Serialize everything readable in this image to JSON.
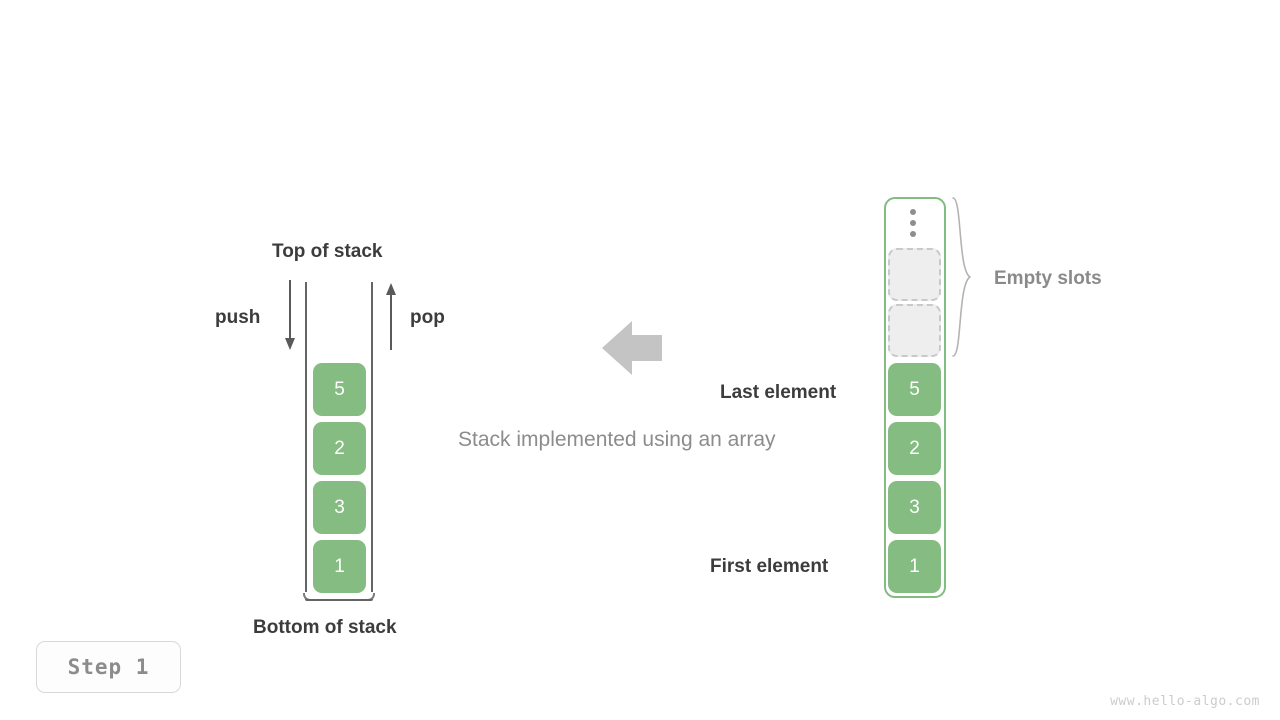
{
  "labels": {
    "top_of_stack": "Top of stack",
    "bottom_of_stack": "Bottom of stack",
    "push": "push",
    "pop": "pop",
    "caption": "Stack implemented using an array",
    "empty_slots": "Empty slots",
    "last_element": "Last element",
    "first_element": "First element"
  },
  "stack": {
    "values": [
      "5",
      "2",
      "3",
      "1"
    ]
  },
  "array": {
    "values": [
      "5",
      "2",
      "3",
      "1"
    ],
    "empty_slot_count": 2,
    "overflow_icon": "vertical-ellipsis-icon"
  },
  "icons": {
    "transform_arrow": "arrow-left-icon",
    "push_arrow": "arrow-down-icon",
    "pop_arrow": "arrow-up-icon",
    "brace": "curly-brace-icon"
  },
  "footer": {
    "step": "Step 1",
    "watermark": "www.hello-algo.com"
  },
  "colors": {
    "cell_fill": "#85bc81",
    "array_border": "#83bc80",
    "empty_slot_fill": "#eeeeee",
    "empty_slot_border": "#c9c9c9",
    "label_dark": "#3c3c3c",
    "label_gray": "#8a8a8a",
    "arrow_gray": "#c4c4c4"
  }
}
